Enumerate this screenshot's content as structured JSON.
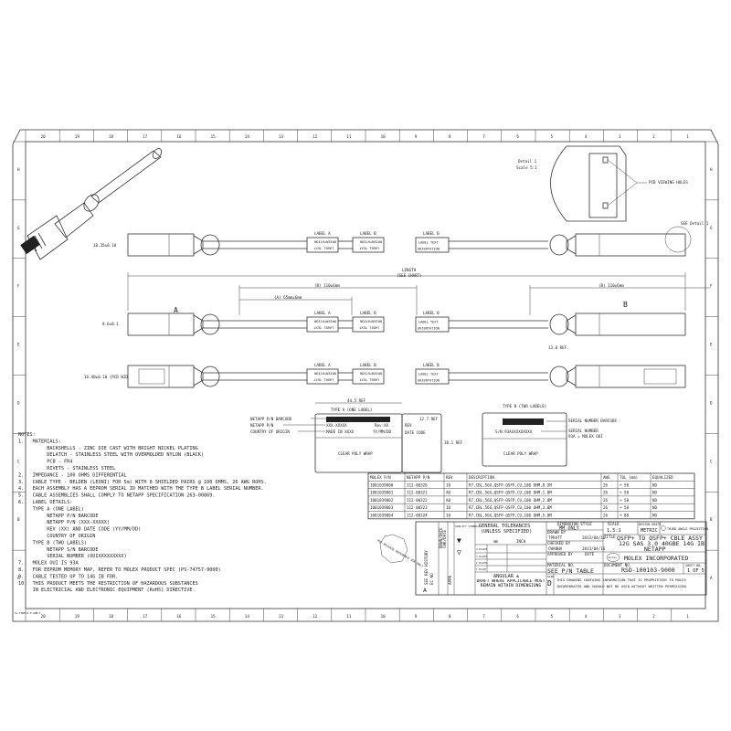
{
  "ruler": {
    "columns": [
      "20",
      "19",
      "18",
      "17",
      "16",
      "15",
      "14",
      "13",
      "12",
      "11",
      "10",
      "9",
      "8",
      "7",
      "6",
      "5",
      "4",
      "3",
      "2",
      "1"
    ],
    "rows": [
      "H",
      "G",
      "F",
      "E",
      "D",
      "C",
      "B",
      "A"
    ]
  },
  "detail": {
    "title": "Detail 1",
    "scale": "Scale 5:1",
    "callout": "PCB VIEWING HOLES",
    "see_detail": "SEE Detail 1"
  },
  "views": {
    "label_a": "LABEL A",
    "label_b": "LABEL B",
    "label_text": "LABEL TEXT",
    "orientation": "ORIENTATION",
    "dim_height_top": "18.35±0.10",
    "dim_height_side": "8.6±0.1",
    "dim_width": "16.40±0.10 (PCB WIDTH)",
    "length": "LENGTH",
    "see_chart": "(SEE CHART)",
    "dim_b": "(B) 110±6mm",
    "dim_a": "(A) 65mm±6mm",
    "end_a": "A",
    "end_b": "B",
    "ref_13_8": "13.8 REF."
  },
  "label_type_a": {
    "ref_width": "44.5 REF",
    "title": "TYPE A (ONE LABEL)",
    "barcode_label": "NETAPP P/N BARCODE",
    "pn_label": "NETAPP P/N",
    "origin_label": "COUNTRY OF ORIGIN",
    "pn_value": "XXX-XXXXX",
    "rev_value": "Rev:XX",
    "origin_value": "MADE IN XXXX",
    "date_value": "YY/MM/DD",
    "rev_label": "REV",
    "date_label": "DATE CODE",
    "ref_height": "12.7 REF",
    "ref_total": "38.1 REF",
    "wrap": "CLEAR POLY WRAP"
  },
  "label_type_b": {
    "title": "TYPE B (TWO LABELS)",
    "barcode_label": "SERIAL NUMBER BARCODE",
    "serial_value": "S/N:93AXXXXXXXXX",
    "serial_label": "SERIAL NUMBER",
    "oui_label": "93A = MOLEX OUI",
    "wrap": "CLEAR POLY WRAP"
  },
  "notes": [
    "NOTES:",
    "1.   MATERIALS:",
    "          BACKSHELLS - ZINC DIE CAST WITH BRIGHT NICKEL PLATING",
    "          DELATCH - STAINLESS STEEL WITH OVERMOLDED NYLON (BLACK)",
    "          PCB - FR4",
    "          RIVETS - STAINLESS STEEL",
    "2.   IMPEDANCE - 100 OHMS DIFFERENTIAL",
    "3.   CABLE TYPE - BELDEN (LEONI) FOR 5m) WITH 8 SHIELDED PAIRS @ 100 OHMS, 26 AWG ROHS.",
    "4.   EACH ASSEMBLY HAS A EEPROM SERIAL ID MATCHED WITH THE TYPE B LABEL SERIAL NUMBER.",
    "5.   CABLE ASSEMBLIES SHALL COMPLY TO NETAPP SPECIFICATION 263-00869.",
    "6.   LABEL DETAILS:",
    "     TYPE A (ONE LABEL)",
    "          NETAPP P/N BARCODE",
    "          NETAPP P/N (XXX-XXXXX)",
    "          REV (XX) AND DATE CODE (YY/MM/DD)",
    "          COUNTRY OF ORIGIN",
    "     TYPE B (TWO LABELS)",
    "          NETAPP S/N BARCODE",
    "          SERIAL NUMBER (OUIXXXXXXXXX)",
    "7.   MOLEX OUI IS 93A",
    "8.   FOR EEPROM MEMORY MAP, REFER TO MOLEX PRODUCT SPEC (PS-74757-9000)",
    "9.   CABLE TESTED UP TO 14G IB FDR.",
    "10.  THIS PRODUCT MEETS THE RESTRICTION OF HAZARDOUS SUBSTANCES",
    "     IN ELECTRICIAL AND ELECTRONIC EQUIPMENT (RoHS) DIRECTIVE."
  ],
  "table": {
    "headers": [
      "MOLEX P/N",
      "NETAPP P/N",
      "REV",
      "DESCRIPTION",
      "AWG",
      "TOL (mm)",
      "EQUALIZED"
    ],
    "rows": [
      [
        "1001039000",
        "112-00320",
        "10",
        "R7,CBL,56G,QSFP-QSFP,CU,100 OHM,0.5M",
        "26",
        "+ 50",
        "NO"
      ],
      [
        "1001039001",
        "112-00321",
        "A0",
        "R7,CBL,56G,QSFP-QSFP,CU,100 OHM,1.0M",
        "26",
        "+ 50",
        "NO"
      ],
      [
        "1001039002",
        "112-00322",
        "A0",
        "R7,CBL,56G,QSFP-QSFP,CU,100 OHM,2.0M",
        "26",
        "+ 50",
        "NO"
      ],
      [
        "1001039003",
        "112-00323",
        "10",
        "R7,CBL,56G,QSFP-QSFP,CU,100 OHM,3.0M",
        "26",
        "+ 50",
        "NO"
      ],
      [
        "1001039004",
        "112-00324",
        "10",
        "R7,CBL,56G,QSFP-QSFP,CU,100 OHM,5.0M",
        "26",
        "+ 80",
        "NO"
      ]
    ]
  },
  "stamp": "PRE-RELEASE REFERENCE USE ONLY",
  "title_block": {
    "rev_history": "SEE REV HISTORY",
    "ec_no": "EC NO",
    "drwn": "DRWN/DATE",
    "chkd": "CHK/DATE",
    "appr": "APPR",
    "rev_letter": "A",
    "quality": "QUALITY SYMBOLS",
    "gen_tol": "GENERAL TOLERANCES",
    "unless": "(UNLESS SPECIFIED)",
    "mm": "mm",
    "inch": "INCH",
    "places": [
      "4 PLACES",
      "3 PLACES",
      "2 PLACES",
      "1 PLACE"
    ],
    "angular": "ANGULAR ±",
    "draft": "DRAFT WHERE APPLICABLE MUST REMAIN WITHIN DIMENSIONS",
    "dim_style_label": "DIMENSION STYLE",
    "dim_style": "MM ONLY",
    "drawn_by_label": "DRAWN BY",
    "drawn_by": "TPRATT",
    "drawn_date": "2013/04/16",
    "checked_by_label": "CHECKED BY",
    "checked_by": "CWANHA",
    "checked_date": "2013/04/16",
    "approved_by_label": "APPROVED BY",
    "date_label": "DATE",
    "material_label": "MATERIAL NO.",
    "material": "SEE P/N TABLE",
    "scale_label": "SCALE",
    "scale": "1.5:1",
    "units_label": "DESIGN UNITS",
    "units": "METRIC",
    "projection": "THIRD ANGLE PROJECTION",
    "title_label": "TITLE",
    "title": [
      "QSFP+ TO QSFP+ CBLE ASSY",
      "12G SAS 3.0 40GBE 14G IB",
      "NETAPP"
    ],
    "company": "MOLEX INCORPORATED",
    "logo": "molex",
    "doc_label": "DOCUMENT NO.",
    "doc": "RSD-100103-9000",
    "sheet_label": "SHEET NO.",
    "sheet": "1 OF 5",
    "size_label": "SIZE",
    "size": "D",
    "proprietary": [
      "THIS DRAWING CONTAINS INFORMATION THAT IS PROPRIETARY TO MOLEX",
      "INCORPORATED AND SHOULD NOT BE USED WITHOUT WRITTEN PERMISSION"
    ]
  },
  "form_id": "SL-FORM-D-P-ARB-T"
}
